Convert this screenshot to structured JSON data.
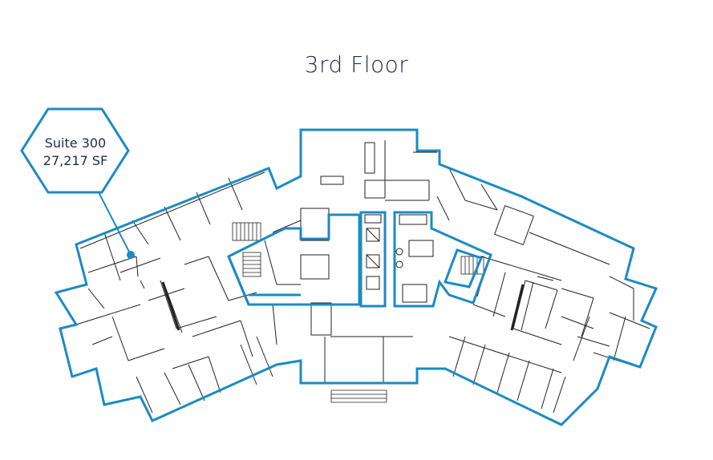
{
  "title": "3rd Floor",
  "suite": {
    "name": "Suite 300",
    "area": "27,217 SF"
  },
  "colors": {
    "accent": "#1a8bc4",
    "line": "#222222",
    "text": "#1f2a4d"
  }
}
